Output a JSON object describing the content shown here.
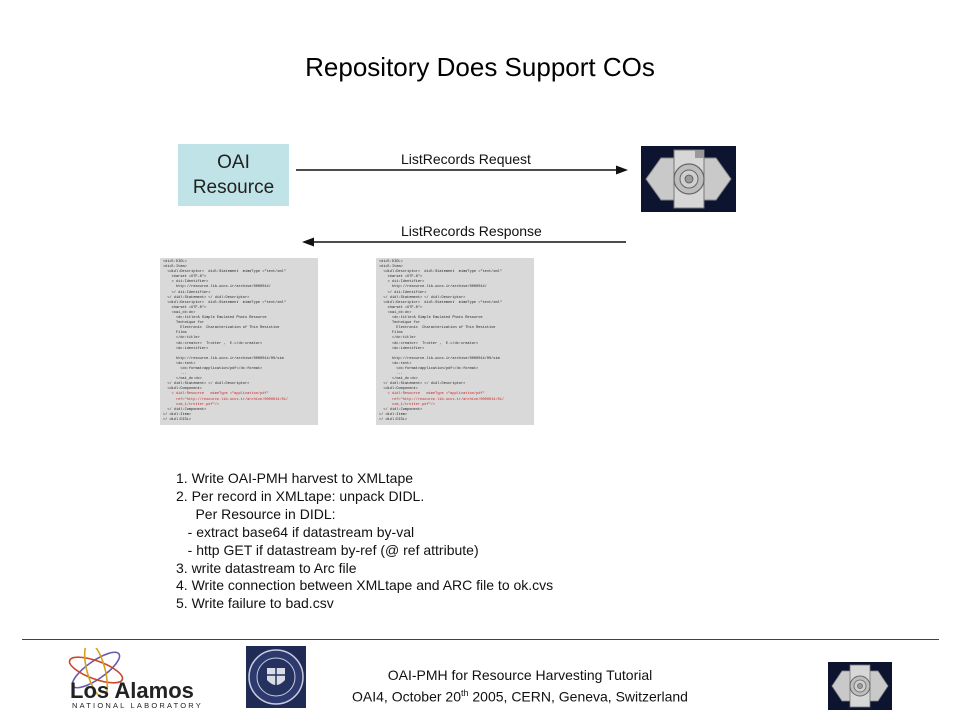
{
  "slide": {
    "title": "Repository Does Support COs"
  },
  "diagram": {
    "oai_resource_line1": "OAI",
    "oai_resource_line2": "Resource",
    "request_label": "ListRecords Request",
    "response_label": "ListRecords Response",
    "box_color": "#bfe3e6",
    "repository_icon": "repository-disc-icon",
    "xml_docs": [
      {
        "lines": [
          "<didl:DIDL>",
          "<didl:Item>",
          "  <didl:Descriptor>  didl:Statement  mimeType =\"text/xml\"",
          "    charset =UTF-8\">",
          "    < dii:Identifier>",
          "      http://resource.lib.uccs.ir/archive/0000014/",
          "    </ dii:Identifier>",
          "  </ didl:Statement> </ didl:Descriptor>",
          "  <didl:Descriptor>  didl:Statement  mimeType =\"text/xml\"",
          "    charset =UTF-8\">",
          "    <oai_dc:dc>",
          "      <dc:title>A Simple Emulated Photo Resource",
          "      Technique for",
          "        Electronic  Characterization of Thin Resistive",
          "      Films",
          "      </dc:title>",
          "      <dc:creator>  Trotter ,  E.</dc:creator>",
          "      <dc:identifier>",
          "",
          "      http://resource.lib.uccs.ir/archive/0000014/00/sim",
          "      <dc:text>",
          "        <dc:format>application/pdf</dc:format>",
          "        ...",
          "      </oai_dc:dc>",
          "  </ didl:Statement> </ didl:Descriptor>",
          "  <didl:Component>"
        ],
        "red_lines": [
          "    < didl:Resource   mimeType =\"application/pdf\"",
          "      ref=\"http://resource.lib.uccs.ir/archive/0000014/01/",
          "      sim_1/trotter.pdf\"/>"
        ],
        "end_lines": [
          "  </ didl:Component>",
          "</ didl:Item>",
          "</ didl:DIDL>"
        ]
      },
      {
        "lines": [
          "<didl:DIDL>",
          "<didl:Item>",
          "  <didl:Descriptor>  didl:Statement  mimeType =\"text/xml\"",
          "    charset =UTF-8\">",
          "    < dii:Identifier>",
          "      http://resource.lib.uccs.ir/archive/0000014/",
          "    </ dii:Identifier>",
          "  </ didl:Statement> </ didl:Descriptor>",
          "  <didl:Descriptor>  didl:Statement  mimeType =\"text/xml\"",
          "    charset =UTF-8\">",
          "    <oai_dc:dc>",
          "      <dc:title>A Simple Emulated Photo Resource",
          "      Technique for",
          "        Electronic  Characterization of Thin Resistive",
          "      Films",
          "      </dc:title>",
          "      <dc:creator>  Trotter ,  E.</dc:creator>",
          "      <dc:identifier>",
          "",
          "      http://resource.lib.uccs.ir/archive/0000014/00/sim",
          "      <dc:text>",
          "        <dc:format>application/pdf</dc:format>",
          "        ...",
          "      </oai_dc:dc>",
          "  </ didl:Statement> </ didl:Descriptor>",
          "  <didl:Component>"
        ],
        "red_lines": [
          "    < didl:Resource   mimeType =\"application/pdf\"",
          "      ref=\"http://resource.lib.uccs.ir/archive/0000014/01/",
          "      sim_1/trotter.pdf\"/>"
        ],
        "end_lines": [
          "  </ didl:Component>",
          "</ didl:Item>",
          "</ didl:DIDL>"
        ]
      }
    ]
  },
  "steps": [
    "1. Write OAI-PMH harvest to XMLtape",
    "2. Per record in XMLtape: unpack DIDL.",
    "     Per Resource in DIDL:",
    "   - extract base64 if datastream by-val",
    "   - http GET if datastream by-ref (@ ref attribute)",
    "3. write datastream to Arc file",
    "4. Write connection between XMLtape and ARC file to ok.cvs",
    "5. Write failure to bad.csv"
  ],
  "footer": {
    "line1": "OAI-PMH for Resource Harvesting Tutorial",
    "line2_prefix": "OAI4, October 20",
    "line2_sup": "th",
    "line2_suffix": " 2005, CERN, Geneva, Switzerland",
    "lanl_logo_text": "Los Alamos",
    "lanl_logo_subtext": "NATIONAL LABORATORY",
    "seal_icon": "university-seal-icon",
    "small_repo_icon": "repository-disc-icon"
  }
}
